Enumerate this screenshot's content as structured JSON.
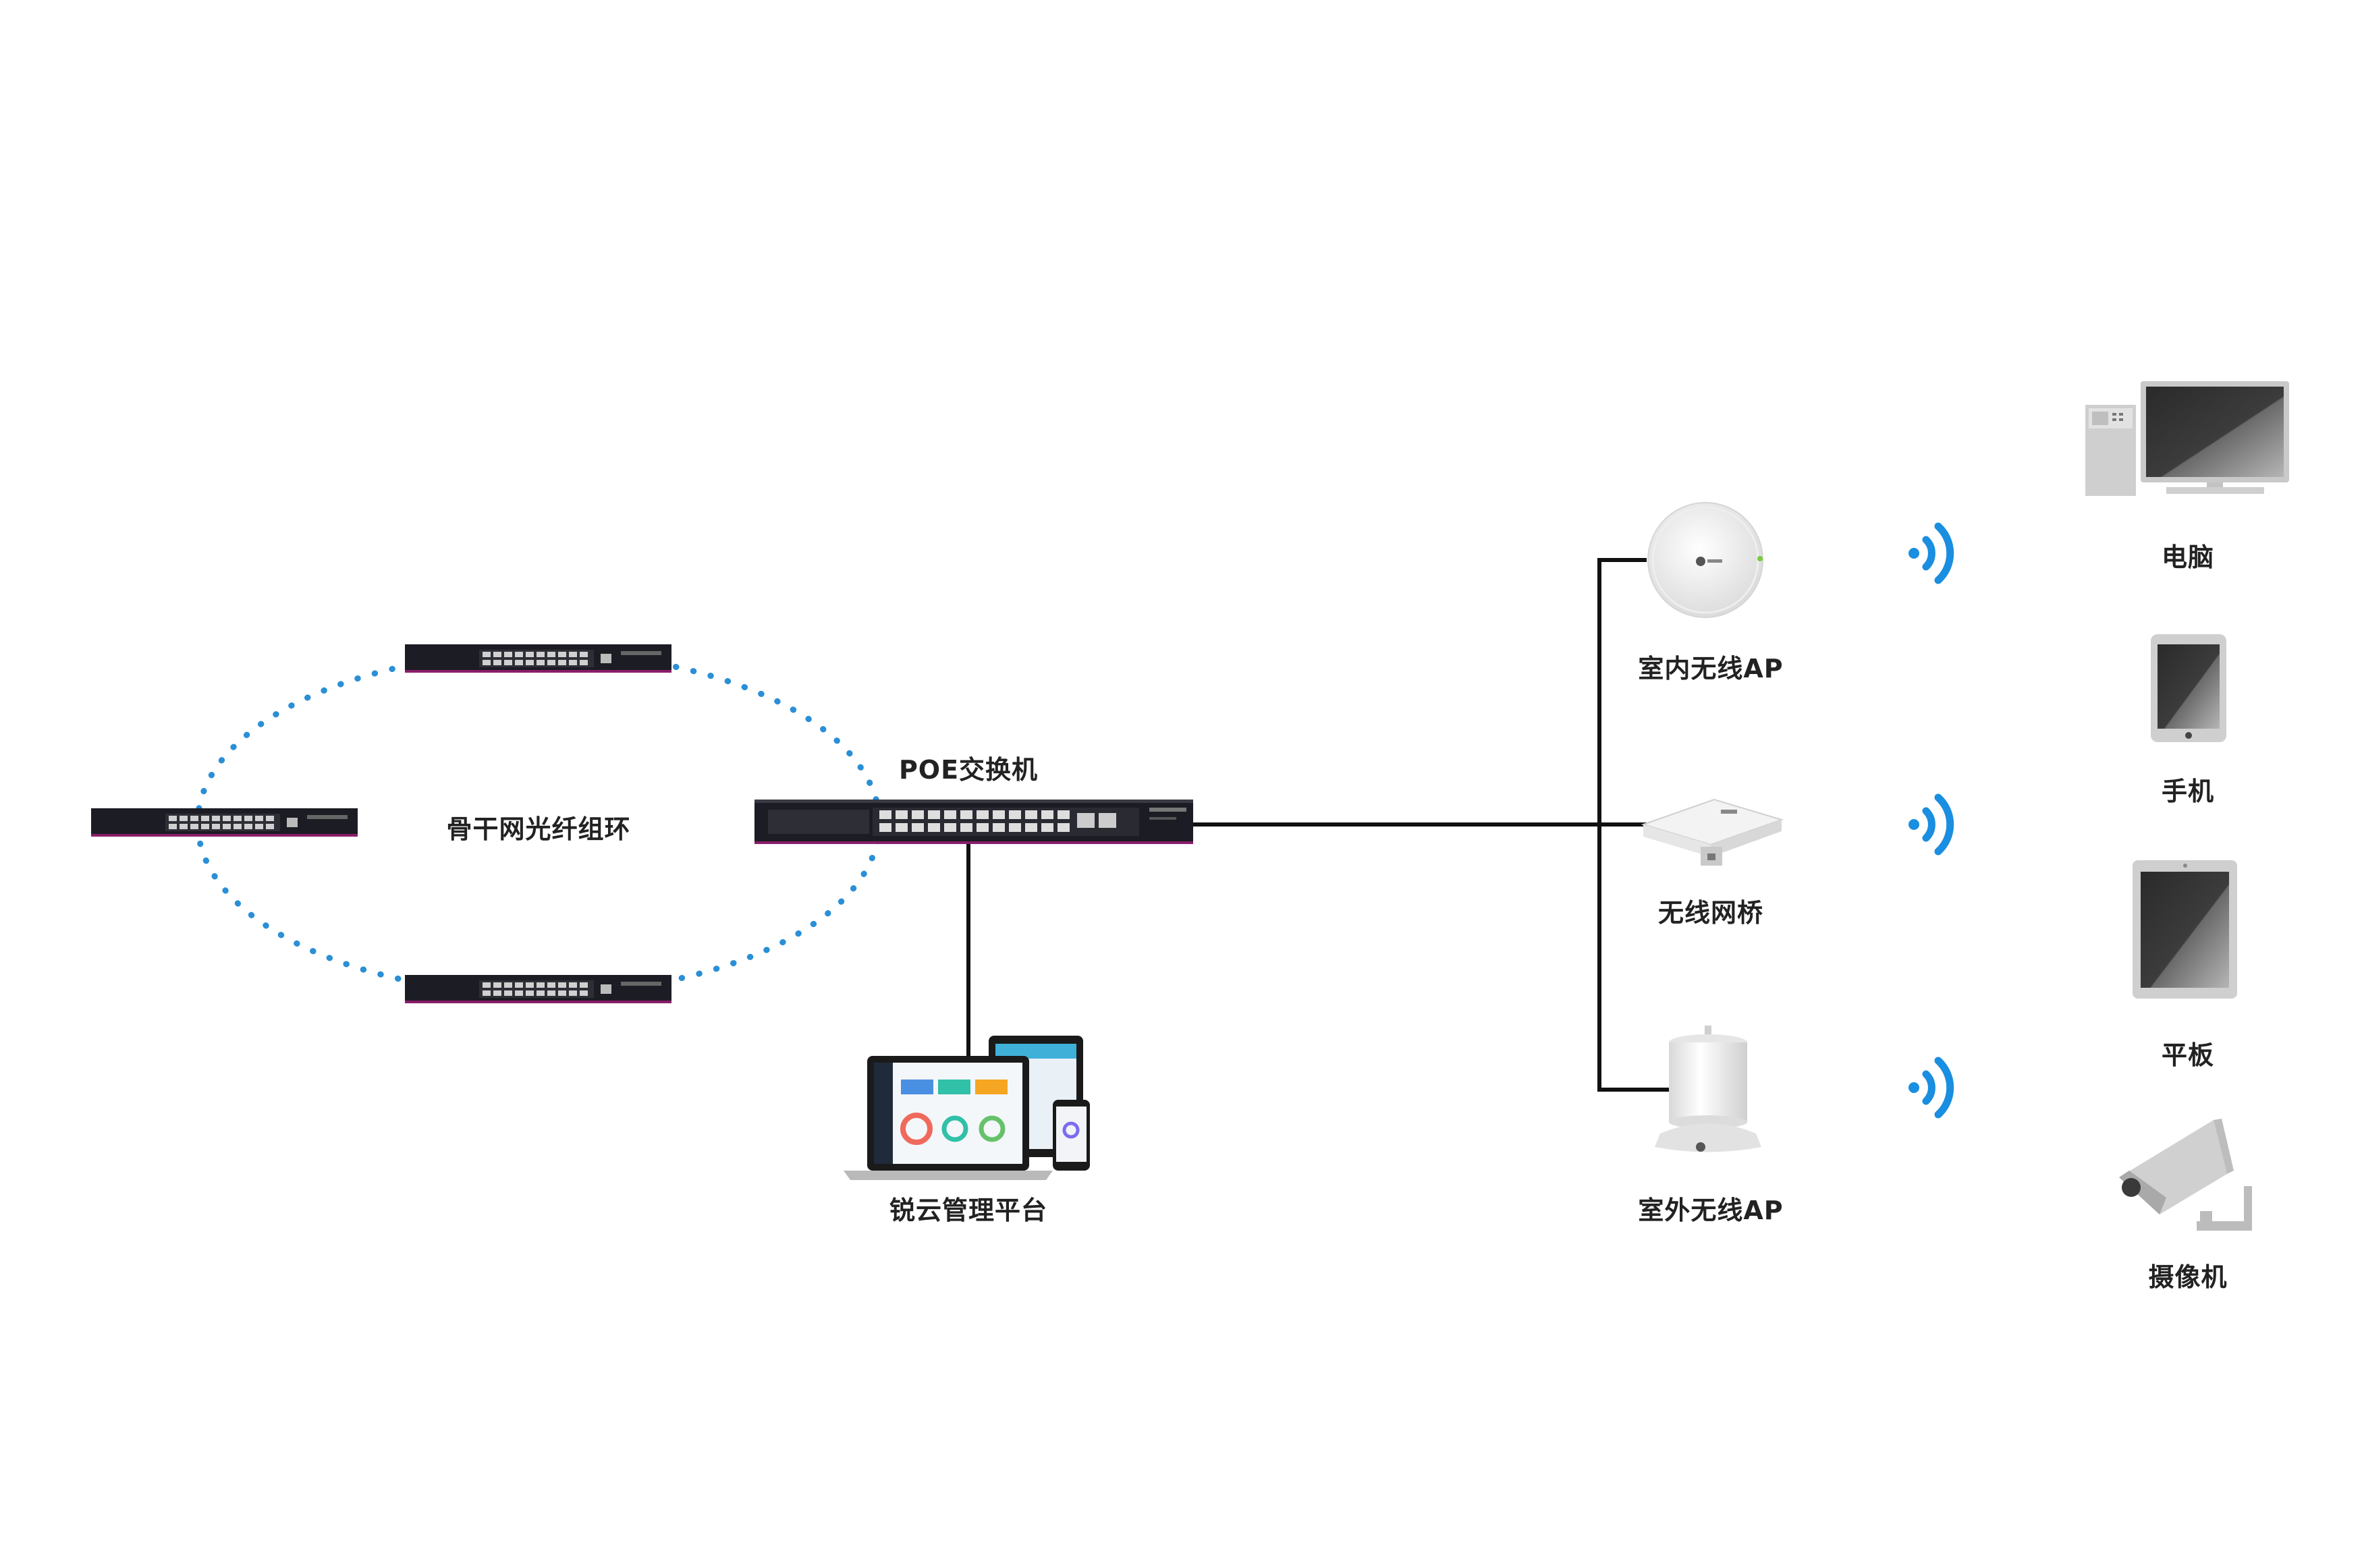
{
  "labels": {
    "ring": "骨干网光纤组环",
    "poe_switch": "POE交换机",
    "cloud_platform": "锐云管理平台",
    "indoor_ap": "室内无线AP",
    "wireless_bridge": "无线网桥",
    "outdoor_ap": "室外无线AP",
    "pc": "电脑",
    "phone": "手机",
    "tablet": "平板",
    "camera": "摄像机"
  },
  "icons": {
    "ring_switches": [
      "switch-icon",
      "switch-icon",
      "switch-icon",
      "switch-icon"
    ],
    "wifi": [
      "wifi-signal-icon",
      "wifi-signal-icon",
      "wifi-signal-icon"
    ]
  },
  "colors": {
    "ring_dots": "#2a8fd6",
    "wifi": "#1a8ee0",
    "links": "#111111",
    "switch_body": "#1c1c24",
    "switch_trim": "#8a1d6a",
    "label_text": "#222222",
    "device_grey": "#9a9a9a"
  }
}
